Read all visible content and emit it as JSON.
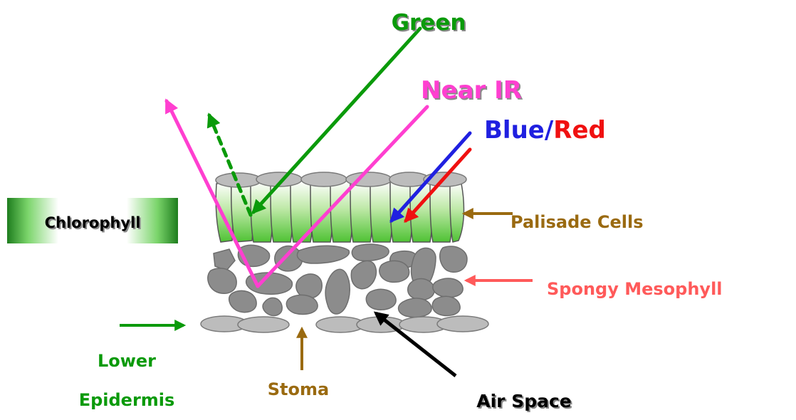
{
  "labels": {
    "green": "Green",
    "near_ir": "Near IR",
    "blue": "Blue",
    "slash": "/",
    "red": "Red",
    "chlorophyll": "Chlorophyll",
    "palisade_cells": "Palisade Cells",
    "spongy_mesophyll": "Spongy Mesophyll",
    "lower": "Lower",
    "epidermis": "Epidermis",
    "stoma": "Stoma",
    "air_space": "Air Space"
  },
  "colors": {
    "green": "#0a9a0a",
    "magenta": "#ff3fd0",
    "blue": "#2020e0",
    "red": "#f01010",
    "brown": "#9a6a10",
    "salmon": "#ff5a5a",
    "black": "#000000",
    "cell_gray": "#8c8c8c",
    "epidermis_gray": "#bcbcbc"
  }
}
